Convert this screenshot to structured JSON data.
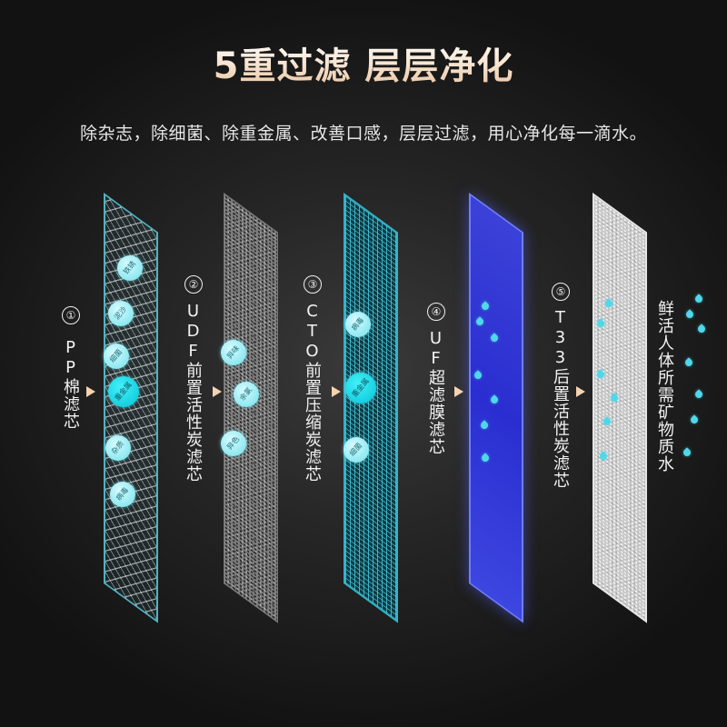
{
  "header": {
    "title": "5重过滤 层层净化",
    "subtitle": "除杂志，除细菌、除重金属、改善口感，层层过滤，用心净化每一滴水。"
  },
  "stages": [
    {
      "number": "①",
      "label": "PP棉滤芯",
      "balls": [
        "铁锈",
        "泥沙",
        "细菌",
        "重金属",
        "杂质",
        "病毒"
      ]
    },
    {
      "number": "②",
      "label": "UDF前置活性炭滤芯",
      "balls": [
        "异味",
        "余氯",
        "异色"
      ]
    },
    {
      "number": "③",
      "label": "CTO前置压缩炭滤芯",
      "balls": [
        "病毒",
        "重金属",
        "细菌"
      ]
    },
    {
      "number": "④",
      "label": "UF超滤膜滤芯"
    },
    {
      "number": "⑤",
      "label": "T33后置活性炭滤芯"
    }
  ],
  "result": {
    "label": "鲜活人体所需矿物质水"
  },
  "colors": {
    "title_gradient_start": "#ffffff",
    "title_gradient_end": "#e9c3a0",
    "teal_accent": "#4fd8ea",
    "uf_blue": "#2a2ed0",
    "arrow": "#f5d2b0"
  },
  "icons": {
    "water_drop": "water-drop-icon",
    "arrow": "arrow-right-icon"
  }
}
